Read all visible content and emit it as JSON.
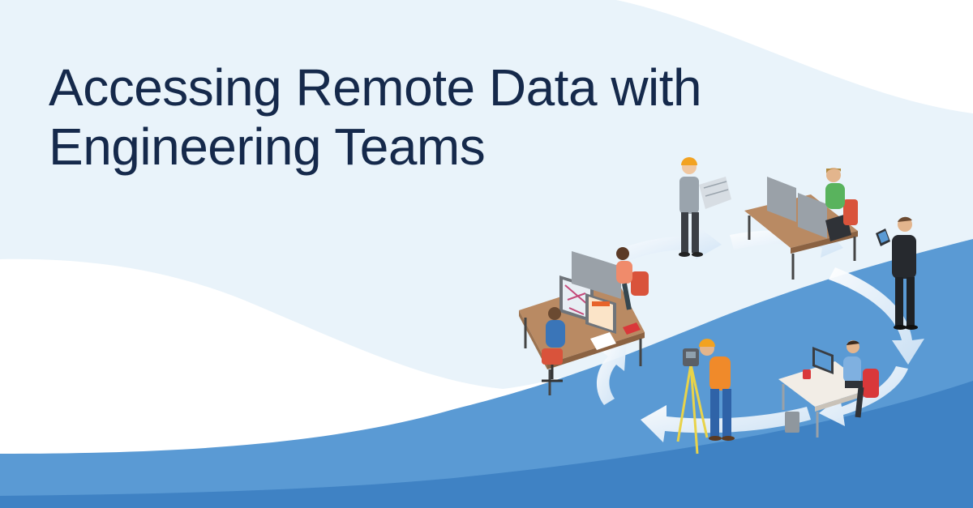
{
  "banner": {
    "headline_line1": "Accessing Remote Data with",
    "headline_line2": "Engineering Teams"
  },
  "colors": {
    "light_blue": "#e9f3fa",
    "mid_blue": "#5a9ad4",
    "deep_blue": "#3f82c4",
    "arrow": "#d9e9f7",
    "text": "#15294b"
  },
  "illustration": {
    "icon": "isometric-engineering-team-workflow",
    "people": [
      "engineer-reading-plans",
      "designer-at-dual-monitors",
      "manager-with-tablet",
      "developer-at-laptop",
      "surveyor-with-total-station",
      "cad-operator-at-desk",
      "analyst-at-desk"
    ]
  }
}
